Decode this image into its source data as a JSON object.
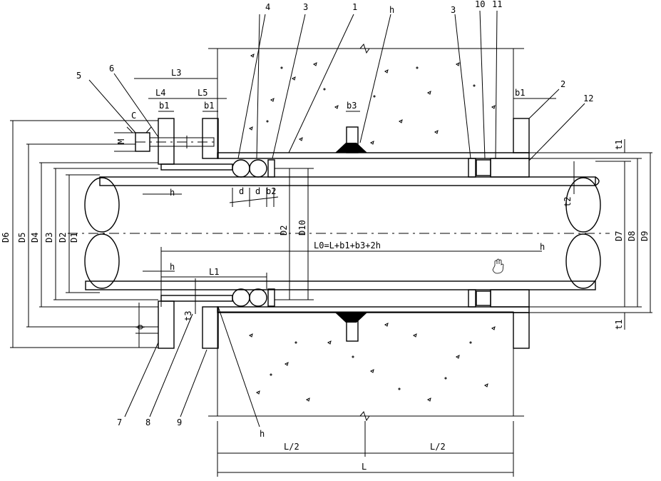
{
  "drawing": {
    "callouts": [
      "4",
      "3",
      "1",
      "h",
      "3",
      "10",
      "11",
      "2",
      "12",
      "5",
      "6",
      "7",
      "8",
      "9",
      "h"
    ],
    "dimensions": {
      "L3": "L3",
      "L4": "L4",
      "L5": "L5",
      "b1_a": "b1",
      "b1_b": "b1",
      "b1_c": "b1",
      "C": "C",
      "M": "M",
      "b3": "b3",
      "h_top": "h",
      "d1": "d",
      "d2": "d",
      "b2": "b2",
      "h_left": "h",
      "h_mid": "h",
      "L1": "L1",
      "t3": "t3",
      "phi": "ф",
      "D6": "D6",
      "D5": "D5",
      "D4": "D4",
      "D3": "D3",
      "D2": "D2",
      "D1": "D1",
      "D2c": "D2",
      "D10": "D10",
      "L0": "L0=L+b1+b3+2h",
      "h_right": "h",
      "t2": "t2",
      "D7": "D7",
      "D8": "D8",
      "D9": "D9",
      "t1_top": "t1",
      "t1_bot": "t1",
      "L_half1": "L/2",
      "L_half2": "L/2",
      "L": "L"
    }
  },
  "colors": {
    "line": "#000000",
    "hatch": "#000000",
    "background": "#ffffff"
  }
}
